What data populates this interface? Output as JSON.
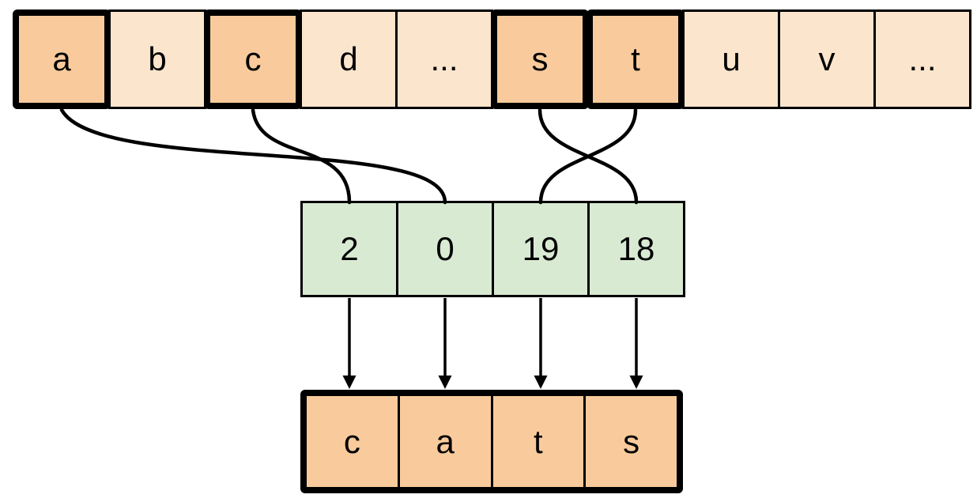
{
  "colors": {
    "highlight_fill": "#F9CB9C",
    "normal_fill": "#FCE5CD",
    "index_fill": "#D9EAD3",
    "stroke": "#000000",
    "background": "#FFFFFF"
  },
  "alphabet_row": {
    "cells": [
      {
        "label": "a",
        "highlighted": true
      },
      {
        "label": "b",
        "highlighted": false
      },
      {
        "label": "c",
        "highlighted": true
      },
      {
        "label": "d",
        "highlighted": false
      },
      {
        "label": "...",
        "highlighted": false
      },
      {
        "label": "s",
        "highlighted": true
      },
      {
        "label": "t",
        "highlighted": true
      },
      {
        "label": "u",
        "highlighted": false
      },
      {
        "label": "v",
        "highlighted": false
      },
      {
        "label": "...",
        "highlighted": false
      }
    ]
  },
  "index_row": {
    "cells": [
      {
        "label": "2"
      },
      {
        "label": "0"
      },
      {
        "label": "19"
      },
      {
        "label": "18"
      }
    ]
  },
  "output_row": {
    "cells": [
      {
        "label": "c"
      },
      {
        "label": "a"
      },
      {
        "label": "t"
      },
      {
        "label": "s"
      }
    ]
  },
  "connections": {
    "letter_to_index": [
      {
        "from": "c",
        "to": "2"
      },
      {
        "from": "a",
        "to": "0"
      },
      {
        "from": "t",
        "to": "19"
      },
      {
        "from": "s",
        "to": "18"
      }
    ],
    "index_to_output": [
      {
        "from": "2",
        "to": "c"
      },
      {
        "from": "0",
        "to": "a"
      },
      {
        "from": "19",
        "to": "t"
      },
      {
        "from": "18",
        "to": "s"
      }
    ]
  }
}
